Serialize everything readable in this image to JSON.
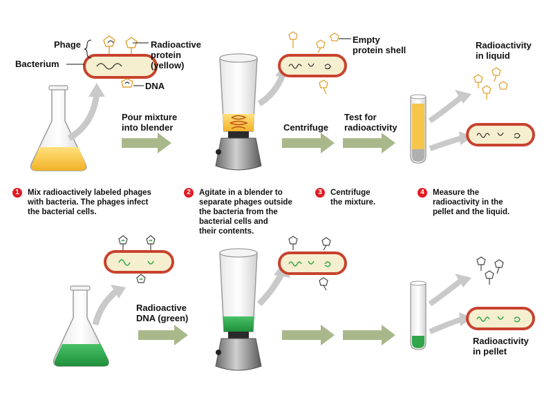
{
  "labels": {
    "phage": "Phage",
    "bacterium": "Bacterium",
    "radioactive_protein": "Radioactive\nprotein\n(yellow)",
    "dna": "DNA",
    "empty_protein_shell": "Empty\nprotein shell",
    "radioactivity_in_liquid": "Radioactivity\nin liquid",
    "pour_mixture": "Pour mixture\ninto blender",
    "centrifuge": "Centrifuge",
    "test_for_radioactivity": "Test for\nradioactivity",
    "radioactive_dna": "Radioactive\nDNA (green)",
    "radioactivity_in_pellet": "Radioactivity\nin pellet"
  },
  "steps": [
    {
      "number": "1",
      "text": "Mix radioactively labeled phages\nwith bacteria. The phages infect\nthe bacterial cells."
    },
    {
      "number": "2",
      "text": "Agitate in a blender to\nseparate phages outside\nthe bacteria from the\nbacterial cells and\ntheir contents."
    },
    {
      "number": "3",
      "text": "Centrifuge\nthe mixture."
    },
    {
      "number": "4",
      "text": "Measure the\nradioactivity in the\npellet and the liquid."
    }
  ],
  "colors": {
    "yellow_label": "#f5c342",
    "green_label": "#2fa64a",
    "bacterium_wall": "#c8422e",
    "bacterium_fill": "#f6efcf",
    "process_arrow": "#a9b88a",
    "curved_arrow": "#c9c9c9",
    "step_badge": "#e01b24"
  }
}
